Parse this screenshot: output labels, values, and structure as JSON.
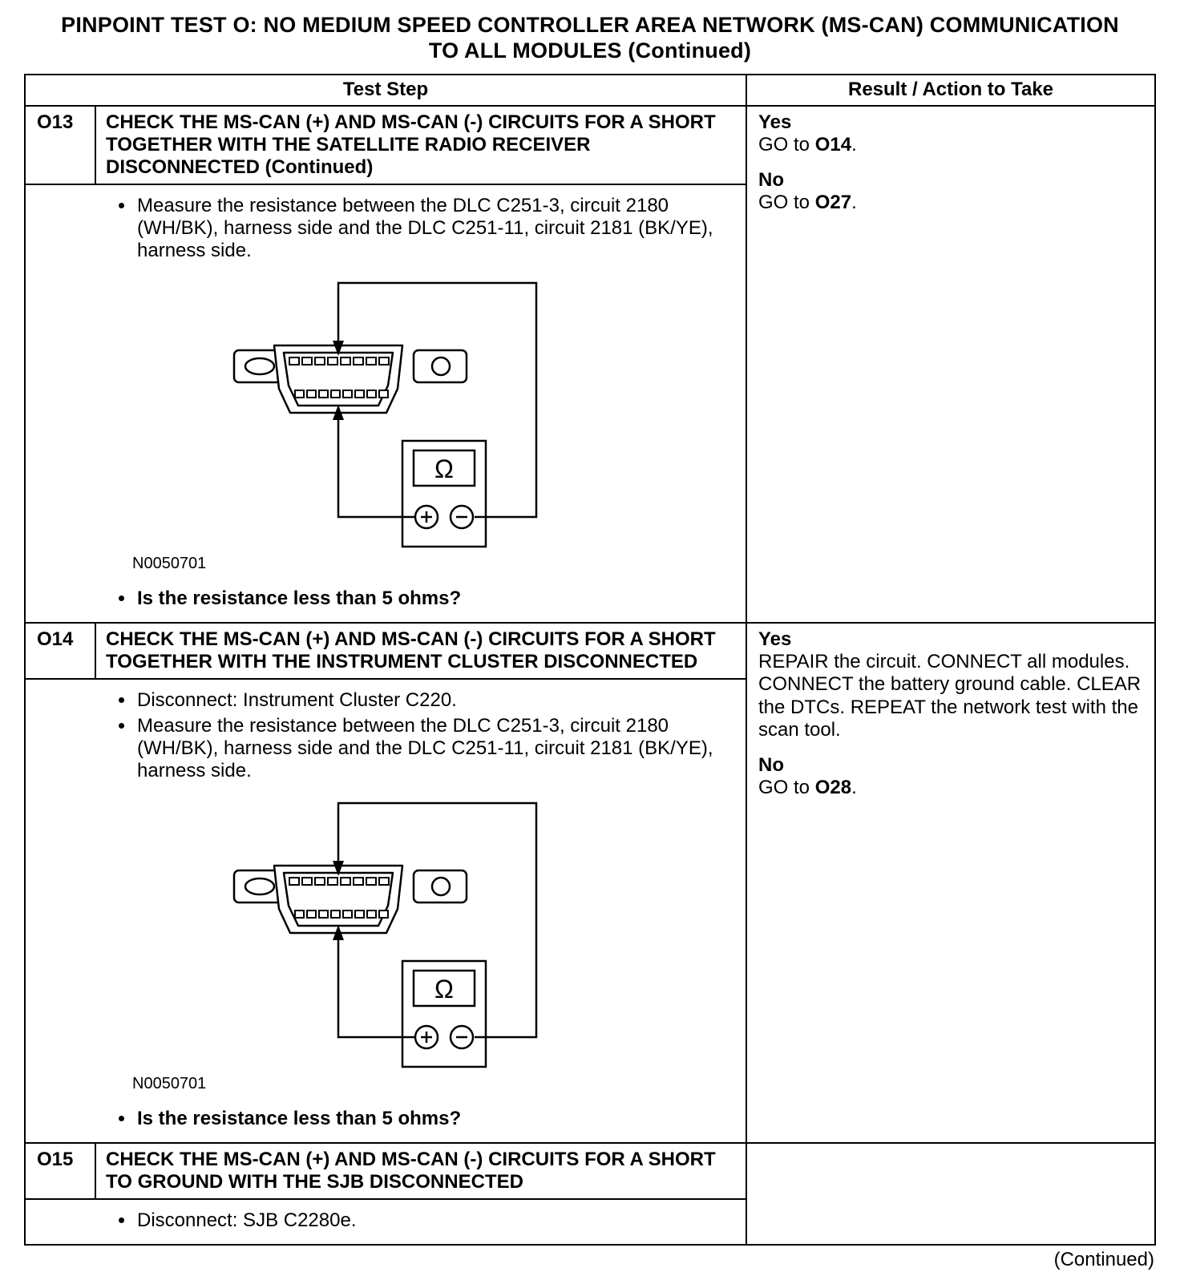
{
  "page": {
    "title_line1": "PINPOINT TEST  O: NO MEDIUM SPEED CONTROLLER AREA NETWORK (MS-CAN) COMMUNICATION",
    "title_line2": "TO ALL MODULES (Continued)",
    "footer_continued": "(Continued)"
  },
  "table": {
    "header": {
      "test_step": "Test Step",
      "result_action": "Result / Action to Take"
    },
    "meter": {
      "omega": "Ω"
    },
    "steps": [
      {
        "id": "O13",
        "title": "CHECK THE MS-CAN (+) AND MS-CAN (-) CIRCUITS FOR A SHORT TOGETHER WITH THE SATELLITE RADIO RECEIVER DISCONNECTED (Continued)",
        "bullets": [
          "Measure the resistance between the DLC C251-3, circuit 2180 (WH/BK), harness side and the DLC C251-11, circuit 2181 (BK/YE), harness side."
        ],
        "figure_label": "N0050701",
        "question": "Is the resistance less than 5 ohms?",
        "results": [
          {
            "decision": "Yes",
            "action_pre": "GO to ",
            "action_ref": "O14",
            "action_post": "."
          },
          {
            "decision": "No",
            "action_pre": "GO to ",
            "action_ref": "O27",
            "action_post": "."
          }
        ]
      },
      {
        "id": "O14",
        "title": "CHECK THE MS-CAN (+) AND MS-CAN (-) CIRCUITS FOR A SHORT TOGETHER WITH THE INSTRUMENT CLUSTER DISCONNECTED",
        "bullets": [
          "Disconnect: Instrument Cluster C220.",
          "Measure the resistance between the DLC C251-3, circuit 2180 (WH/BK), harness side and the DLC C251-11, circuit 2181 (BK/YE), harness side."
        ],
        "figure_label": "N0050701",
        "question": "Is the resistance less than 5 ohms?",
        "results": [
          {
            "decision": "Yes",
            "action_pre": "REPAIR the circuit. CONNECT all modules. CONNECT the battery ground cable. CLEAR the DTCs. REPEAT the network test with the scan tool.",
            "action_ref": "",
            "action_post": ""
          },
          {
            "decision": "No",
            "action_pre": "GO to ",
            "action_ref": "O28",
            "action_post": "."
          }
        ]
      },
      {
        "id": "O15",
        "title": "CHECK THE MS-CAN (+) AND MS-CAN (-) CIRCUITS FOR A SHORT TO GROUND WITH THE SJB DISCONNECTED",
        "bullets": [
          "Disconnect: SJB C2280e."
        ]
      }
    ]
  }
}
